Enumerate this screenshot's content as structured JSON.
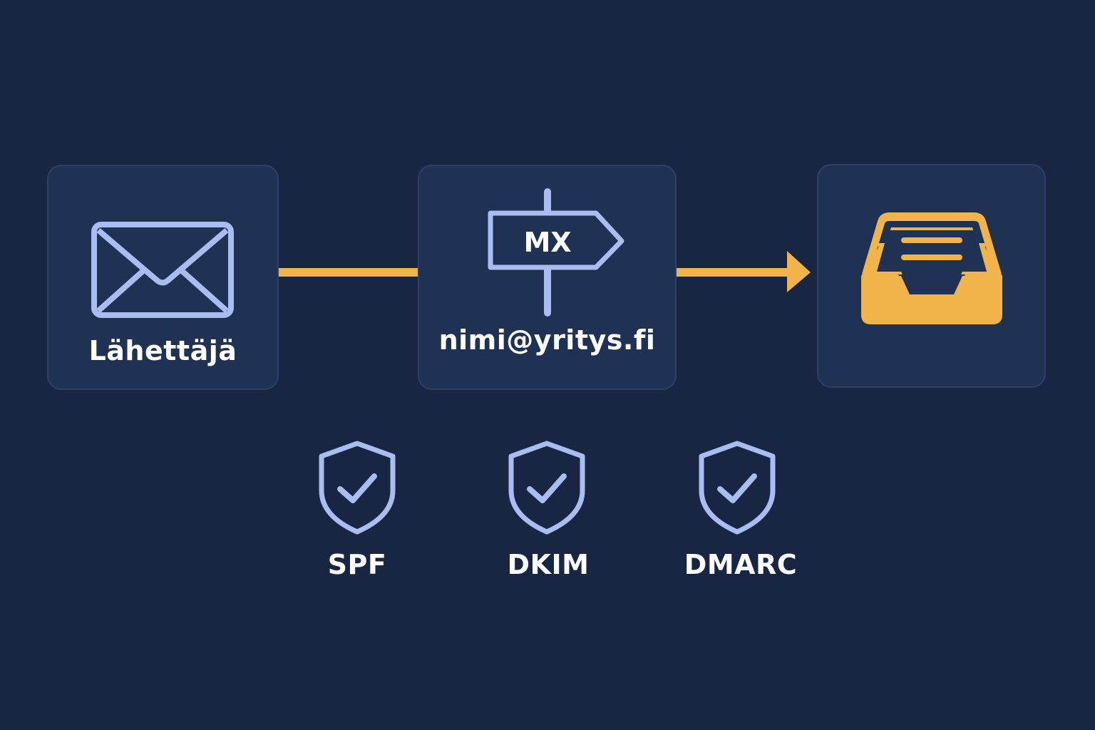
{
  "sender": {
    "label": "Lähettäjä",
    "icon": "envelope-icon"
  },
  "mx": {
    "sign_text": "MX",
    "address": "nimi@yritys.fi",
    "icon": "signpost-icon"
  },
  "inbox": {
    "icon": "inbox-tray-icon"
  },
  "checks": [
    {
      "label": "SPF",
      "icon": "shield-check-icon"
    },
    {
      "label": "DKIM",
      "icon": "shield-check-icon"
    },
    {
      "label": "DMARC",
      "icon": "shield-check-icon"
    }
  ],
  "colors": {
    "background": "#182644",
    "card": "#203253",
    "accent": "#f0b44a",
    "icon_stroke": "#a9bdf0",
    "text": "#ffffff"
  }
}
